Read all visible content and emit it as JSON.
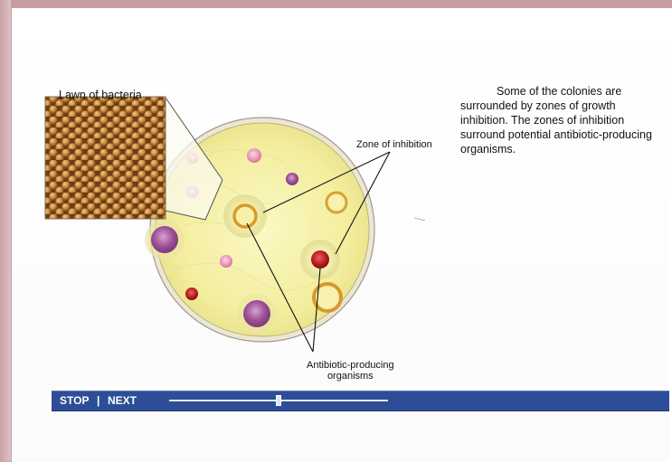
{
  "lesson": {
    "caption": "Some of the colonies are surrounded by zones of growth inhibition. The zones of inhibition surround potential antibiotic-producing organisms.",
    "labels": {
      "lawn": "Lawn of bacteria",
      "zone": "Zone of inhibition",
      "antibiotic_line1": "Antibiotic-producing",
      "antibiotic_line2": "organisms"
    }
  },
  "controls": {
    "stop_label": "STOP",
    "separator": "|",
    "next_label": "NEXT",
    "progress": 0.5
  },
  "colors": {
    "control_bar": "#2d4e96",
    "agar": "#f6f2a8",
    "frame": "#c9a4a8"
  }
}
